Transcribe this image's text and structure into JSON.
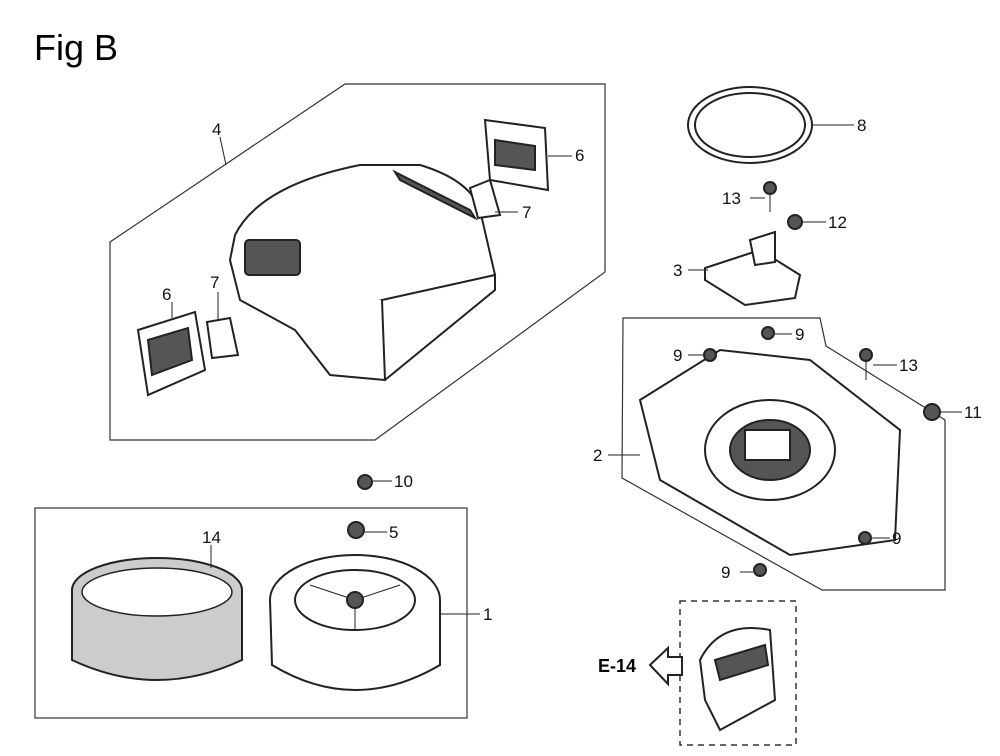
{
  "figure_title": "Fig B",
  "callouts": {
    "c4": "4",
    "c6a": "6",
    "c7a": "7",
    "c6b": "6",
    "c7b": "7",
    "c8": "8",
    "c13a": "13",
    "c12": "12",
    "c3": "3",
    "c9a": "9",
    "c9b": "9",
    "c13b": "13",
    "c11": "11",
    "c2": "2",
    "c9c": "9",
    "c9d": "9",
    "c10": "10",
    "c5": "5",
    "c14": "14",
    "c1": "1"
  },
  "reference": "E-14"
}
